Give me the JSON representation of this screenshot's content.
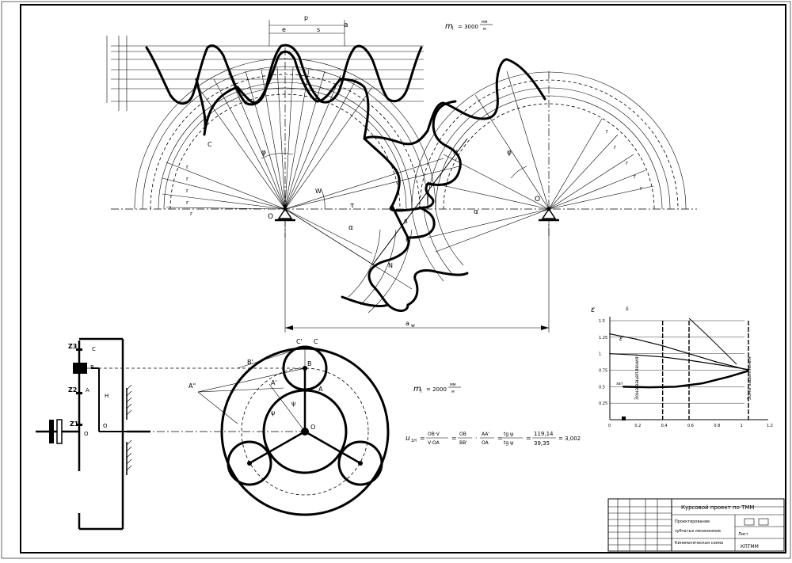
{
  "formulas": {
    "scale_top_m": "m",
    "scale_top_sub": "l",
    "scale_top_eq": "= 3000",
    "scale_top_unit_num": "мм",
    "scale_top_unit_den": "м",
    "scale_bottom_m": "m",
    "scale_bottom_sub": "l",
    "scale_bottom_eq": "= 2000",
    "scale_bottom_unit_num": "мм",
    "scale_bottom_unit_den": "м",
    "ratio_lhs": "u",
    "ratio_lhs_sub": "1H",
    "ratio_eq": "=",
    "ratio_f1_num": "OB·V",
    "ratio_f1_den": "V·OA",
    "ratio_f2_num": "OB",
    "ratio_f2_den": "BB'",
    "ratio_f3_num": "AA'",
    "ratio_f3_den": "OA",
    "ratio_f4_num": "tg ψ",
    "ratio_f4_den": "tg ψ",
    "ratio_f5_num": "119,14",
    "ratio_f5_den": "39,35",
    "ratio_result": "= 3,002"
  },
  "labels": {
    "o1": "O",
    "o2": "O",
    "w": "W",
    "aw": "a",
    "aw_sub": "w",
    "phi_a": "φ",
    "phi_b": "φ",
    "alpha_w": "α",
    "tau": "τ",
    "r_labels": [
      "r",
      "r",
      "r",
      "r",
      "r"
    ],
    "r2_labels": [
      "r",
      "r",
      "r",
      "r",
      "r"
    ],
    "p_mark": "p",
    "e_mark": "e",
    "s_mark": "s",
    "c_mark": "C",
    "n1": "N",
    "n2": "N",
    "b_marks": [
      "B",
      "B",
      "B"
    ],
    "top_letters": [
      "a"
    ]
  },
  "mechanism": {
    "z3": "Z3",
    "z2": "Z2",
    "z1": "Z1",
    "c": "C",
    "b": "B",
    "a": "A",
    "h": "H",
    "o": "O",
    "oh": "O"
  },
  "velocity_diagram": {
    "c_prime": "C'",
    "c": "C",
    "b_prime": "B'",
    "b": "B",
    "a_prime": "A'",
    "a": "A",
    "a_dprime": "A\"",
    "o": "O",
    "psi_h": "ψ",
    "psi_1": "ψ"
  },
  "chart_data": {
    "type": "line",
    "title": "",
    "ylabel": "ε",
    "ylabel_extra": "δ",
    "x_ticks": [
      "0",
      "0.2",
      "0.4",
      "0.6",
      "0.8",
      "1",
      "1.2"
    ],
    "y_ticks": [
      "1.5",
      "1.25",
      "1",
      "0.75",
      "0.5",
      "0.25"
    ],
    "xlim": [
      0,
      1.2
    ],
    "ylim": [
      0,
      1.5
    ],
    "series": [
      {
        "name": "ε",
        "x": [
          0,
          0.2,
          0.4,
          0.6,
          0.8,
          1.05
        ],
        "y": [
          1.3,
          1.22,
          1.12,
          1.0,
          0.88,
          0.75
        ]
      },
      {
        "name": "",
        "x": [
          0,
          0.2,
          0.4,
          0.6,
          0.8,
          1.05
        ],
        "y": [
          1.0,
          0.98,
          0.95,
          0.9,
          0.84,
          0.76
        ]
      },
      {
        "name": "",
        "x": [
          0.1,
          0.3,
          0.5,
          0.7,
          0.9,
          1.05
        ],
        "y": [
          0.5,
          0.49,
          0.5,
          0.55,
          0.65,
          0.74
        ]
      }
    ],
    "series_labels": [
      "ε",
      "",
      "зaт"
    ],
    "side_label_left": "Зона зацепления",
    "side_label_right": "Зона зацепления"
  },
  "title_block": {
    "title": "Курсовой проект по ТММ",
    "line1": "Проектирование",
    "line2": "зубчатых механизмов",
    "line3": "Кинематическая схема",
    "line4": "Лист",
    "sheet_code": "КПТММ"
  }
}
